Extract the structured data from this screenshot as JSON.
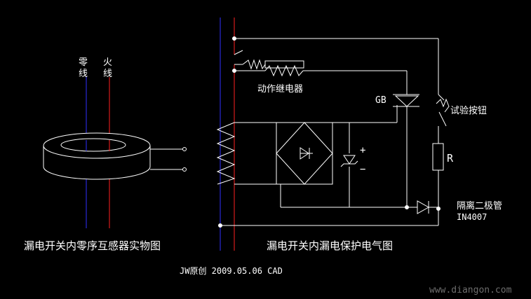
{
  "left_figure": {
    "neutral_label": "零线",
    "live_label": "火线",
    "caption": "漏电开关内零序互感器实物图"
  },
  "right_figure": {
    "relay_label": "动作继电器",
    "thyristor_label": "GB",
    "test_button_label": "试验按钮",
    "resistor_label": "R",
    "diode_label": "隔离二极管",
    "diode_model": "IN4007",
    "plus_sign": "+",
    "minus_sign": "−",
    "caption": "漏电开关内漏电保护电气图"
  },
  "credit": "JW原创 2009.05.06 CAD",
  "watermark": "www.diangon.com",
  "colors": {
    "background": "#000000",
    "lines": "#ffffff",
    "neutral_wire": "#3030ff",
    "live_wire": "#ff2020"
  }
}
